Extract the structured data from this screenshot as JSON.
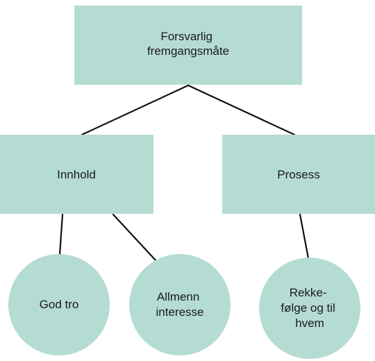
{
  "diagram": {
    "type": "tree",
    "colors": {
      "node_fill": "#b5dcd3",
      "line": "#111111",
      "text": "#1a1a1a",
      "background": "#ffffff"
    },
    "root": {
      "lines": [
        "Forsvarlig",
        "fremgangsmåte"
      ]
    },
    "innhold": {
      "lines": [
        "Innhold"
      ]
    },
    "prosess": {
      "lines": [
        "Prosess"
      ]
    },
    "god_tro": {
      "lines": [
        "God tro"
      ]
    },
    "allmenn_interesse": {
      "lines": [
        "Allmenn",
        "interesse"
      ]
    },
    "rekkefolge": {
      "lines": [
        "Rekke-",
        "følge og til",
        "hvem"
      ]
    }
  }
}
